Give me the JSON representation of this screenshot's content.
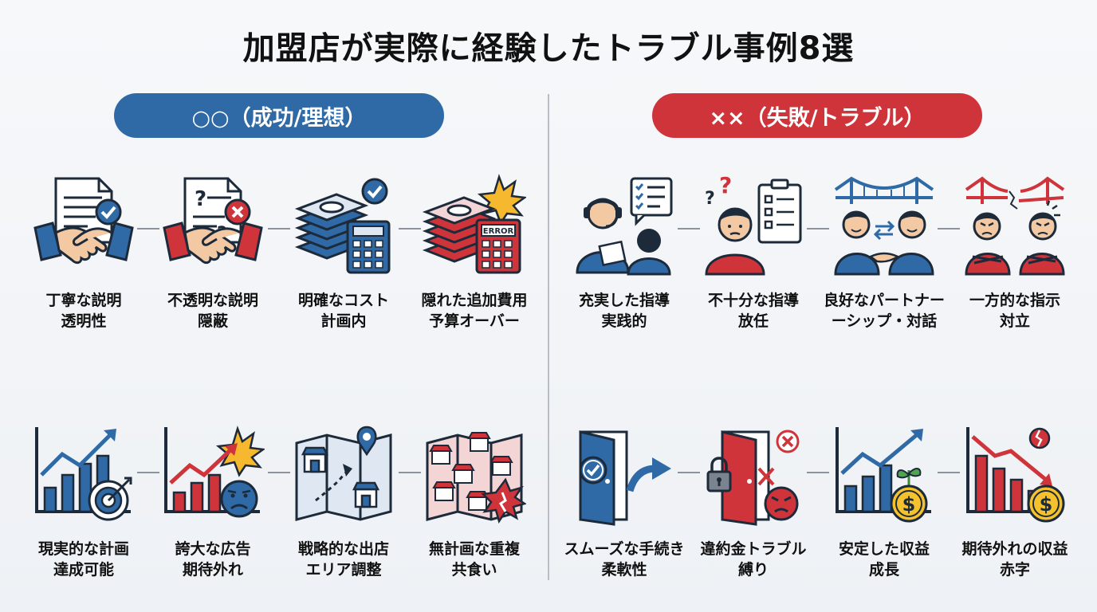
{
  "title": "加盟店が実際に経験したトラブル事例8選",
  "headers": {
    "success": "○○（成功/理想）",
    "failure": "××（失敗/トラブル）"
  },
  "labels": {
    "s1": [
      "丁寧な説明",
      "透明性"
    ],
    "f1": [
      "不透明な説明",
      "隠蔽"
    ],
    "s2": [
      "明確なコスト",
      "計画内"
    ],
    "f2": [
      "隠れた追加費用",
      "予算オーバー"
    ],
    "s3": [
      "充実した指導",
      "実践的"
    ],
    "f3": [
      "不十分な指導",
      "放任"
    ],
    "s4": [
      "良好なパートナー",
      "ーシップ・対話"
    ],
    "f4": [
      "一方的な指示",
      "対立"
    ],
    "s5": [
      "現実的な計画",
      "達成可能"
    ],
    "f5": [
      "誇大な広告",
      "期待外れ"
    ],
    "s6": [
      "戦略的な出店",
      "エリア調整"
    ],
    "f6": [
      "無計画な重複",
      "共食い"
    ],
    "s7": [
      "スムーズな手続き",
      "柔軟性"
    ],
    "f7": [
      "違約金トラブル",
      "縛り"
    ],
    "s8": [
      "安定した収益",
      "成長"
    ],
    "f8": [
      "期待外れの収益",
      "赤字"
    ]
  },
  "icon_text": {
    "error": "ERROR",
    "dollar": "$"
  },
  "colors": {
    "blue": "#2f6aa6",
    "red": "#cf343b",
    "navy": "#1d2a3a"
  }
}
